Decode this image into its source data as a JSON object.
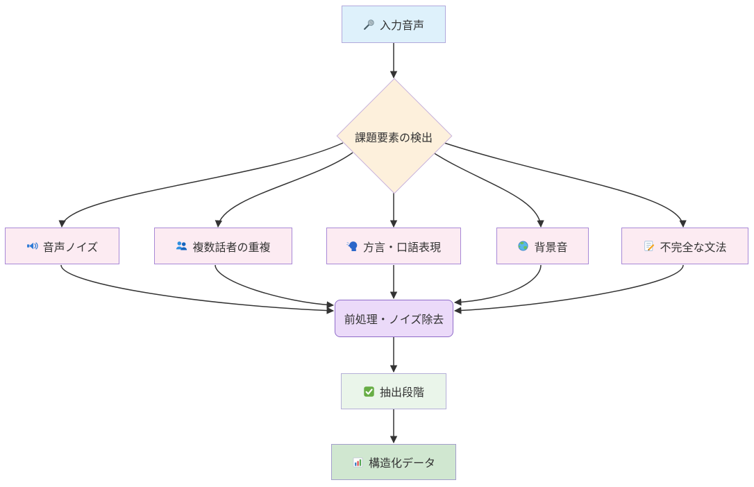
{
  "diagram": {
    "type": "flowchart",
    "direction": "top-down",
    "background_color": "#ffffff",
    "edge_color": "#333333",
    "text_color": "#333333",
    "nodes": {
      "input": {
        "label": "入力音声",
        "icon": "microphone-icon",
        "shape": "rect",
        "fill": "#def1fb",
        "border": "#b1a8db"
      },
      "detect": {
        "label": "課題要素の検出",
        "icon": null,
        "shape": "diamond",
        "fill": "#fdf0dc",
        "border": "#c7b2de"
      },
      "noise": {
        "label": "音声ノイズ",
        "icon": "speaker-icon",
        "shape": "rect",
        "fill": "#fcebf2",
        "border": "#a787d6"
      },
      "overlap": {
        "label": "複数話者の重複",
        "icon": "people-icon",
        "shape": "rect",
        "fill": "#fcebf2",
        "border": "#a787d6"
      },
      "dialect": {
        "label": "方言・口語表現",
        "icon": "speaking-head-icon",
        "shape": "rect",
        "fill": "#fcebf2",
        "border": "#a787d6"
      },
      "background": {
        "label": "背景音",
        "icon": "globe-icon",
        "shape": "rect",
        "fill": "#fcebf2",
        "border": "#a787d6"
      },
      "grammar": {
        "label": "不完全な文法",
        "icon": "memo-icon",
        "shape": "rect",
        "fill": "#fcebf2",
        "border": "#a787d6"
      },
      "preprocess": {
        "label": "前処理・ノイズ除去",
        "icon": null,
        "shape": "rounded",
        "fill": "#ebdaf9",
        "border": "#8e6ac8"
      },
      "extract": {
        "label": "抽出段階",
        "icon": "check-icon",
        "shape": "rect",
        "fill": "#eaf5ea",
        "border": "#b4afd7"
      },
      "structured": {
        "label": "構造化データ",
        "icon": "bar-chart-icon",
        "shape": "rect",
        "fill": "#d0e7d0",
        "border": "#a29ecb"
      }
    },
    "edges": [
      {
        "from": "input",
        "to": "detect"
      },
      {
        "from": "detect",
        "to": "noise"
      },
      {
        "from": "detect",
        "to": "overlap"
      },
      {
        "from": "detect",
        "to": "dialect"
      },
      {
        "from": "detect",
        "to": "background"
      },
      {
        "from": "detect",
        "to": "grammar"
      },
      {
        "from": "noise",
        "to": "preprocess"
      },
      {
        "from": "overlap",
        "to": "preprocess"
      },
      {
        "from": "dialect",
        "to": "preprocess"
      },
      {
        "from": "background",
        "to": "preprocess"
      },
      {
        "from": "grammar",
        "to": "preprocess"
      },
      {
        "from": "preprocess",
        "to": "extract"
      },
      {
        "from": "extract",
        "to": "structured"
      }
    ]
  }
}
